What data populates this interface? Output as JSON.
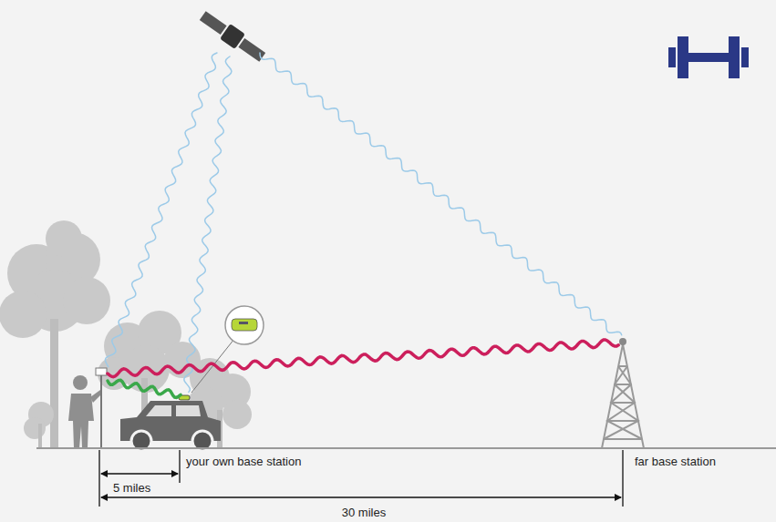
{
  "diagram": {
    "labels": [
      "your own base station",
      "far base station",
      "5 miles",
      "30 miles"
    ]
  }
}
